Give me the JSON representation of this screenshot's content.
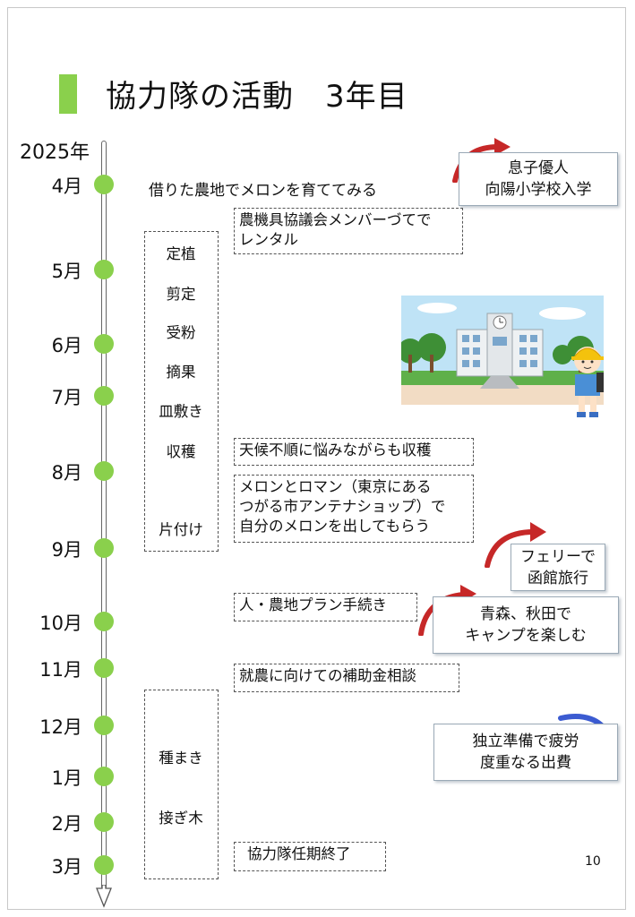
{
  "title": "協力隊の活動　3年目",
  "accent_color": "#8ad04c",
  "year_label": "2025年",
  "months": [
    "4月",
    "5月",
    "6月",
    "7月",
    "8月",
    "9月",
    "10月",
    "11月",
    "12月",
    "1月",
    "2月",
    "3月"
  ],
  "timeline_events": {
    "april_plain": "借りた農地でメロンを育ててみる",
    "rental": [
      "農機具協議会メンバーづてで",
      "レンタル"
    ],
    "harvest": "天候不順に悩みながらも収穫",
    "antenna_shop": [
      "メロンとロマン（東京にある",
      "つがる市アンテナショップ）で",
      "自分のメロンを出してもらう"
    ],
    "procedure": "人・農地プラン手続き",
    "subsidy": "就農に向けての補助金相談",
    "term_end": "協力隊任期終了"
  },
  "tasks_first": [
    "定植",
    "剪定",
    "受粉",
    "摘果",
    "皿敷き",
    "収穫",
    "片付け"
  ],
  "tasks_second": [
    "種まき",
    "接ぎ木"
  ],
  "notes": {
    "school": [
      "息子優人",
      "向陽小学校入学"
    ],
    "ferry": [
      "フェリーで",
      "函館旅行"
    ],
    "camp": [
      "青森、秋田で",
      "キャンプを楽しむ"
    ],
    "expense": [
      "独立準備で疲労",
      "度重なる出費"
    ]
  },
  "page_number": "10",
  "illustration_icon": "school-child-illustration"
}
